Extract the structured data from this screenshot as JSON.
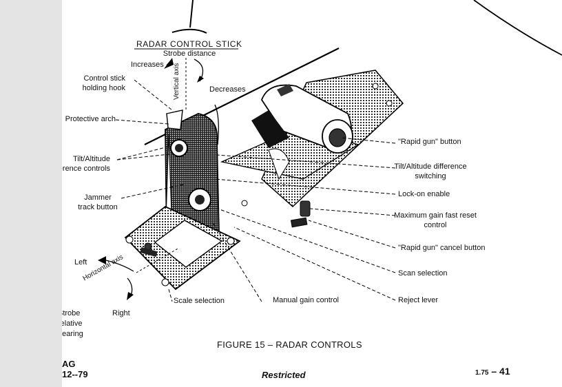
{
  "figure": {
    "title": "RADAR CONTROL STICK",
    "caption": "FIGURE 15 – RADAR CONTROLS",
    "labels": {
      "strobe_distance": "Strobe distance",
      "increases": "Increases",
      "decreases": "Decreases",
      "vertical_axis": "Vertical axis",
      "control_stick_hook": "Control stick holding hook",
      "protective_arch": "Protective arch",
      "tilt_altitude_diff_controls": "Tilt/Altitude difference controls",
      "jammer_track_button": "Jammer track button",
      "left": "Left",
      "horizontal_axis": "Horizontal axis",
      "right": "Right",
      "strobe_relative_bearing": "Strobe relative bearing",
      "scale_selection": "Scale selection",
      "manual_gain_control": "Manual gain control",
      "rapid_gun_button": "\"Rapid gun\" button",
      "tilt_altitude_diff_switching": "Tilt/Altitude difference switching",
      "lock_on_enable": "Lock-on enable",
      "max_gain_fast_reset": "Maximum gain fast reset control",
      "rapid_gun_cancel": "\"Rapid gun\" cancel button",
      "scan_selection": "Scan selection",
      "reject_lever": "Reject lever"
    }
  },
  "footer": {
    "left_line1": "AG",
    "left_line2": "12--79",
    "center": "Restricted",
    "page_small": "1.75",
    "page_sep": " – ",
    "page_big": "41"
  }
}
